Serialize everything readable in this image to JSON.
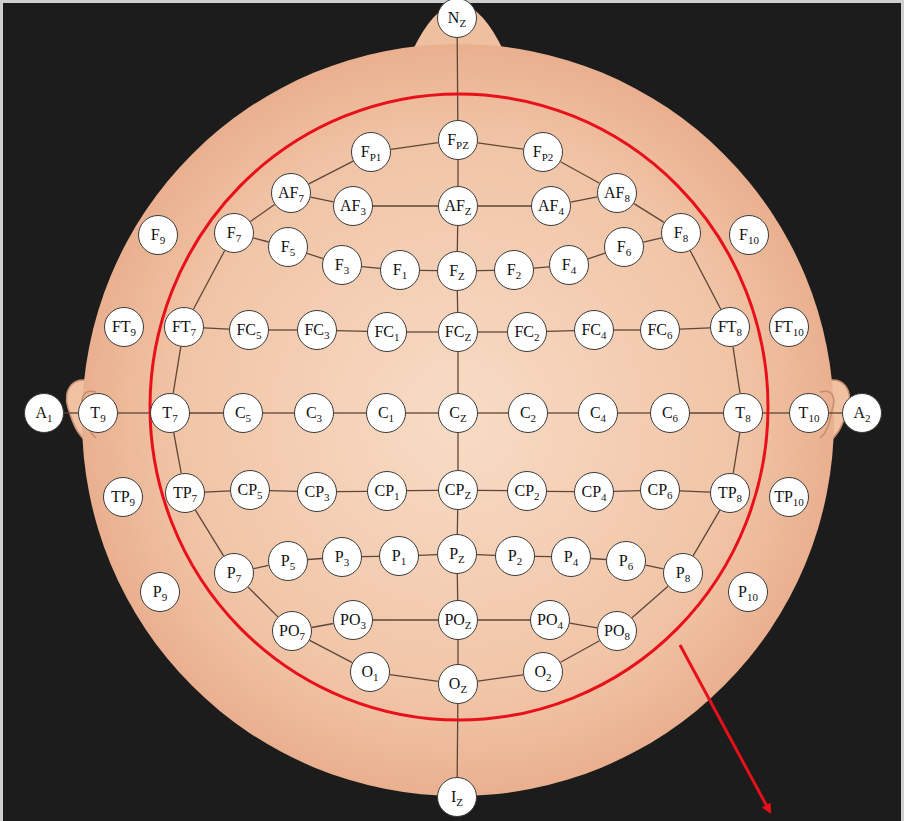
{
  "diagram": {
    "nodes": [
      {
        "text": [
          "NZ"
        ]
      },
      {
        "text": [
          "FP1"
        ]
      },
      {
        "text": [
          "FPZ"
        ]
      },
      {
        "text": [
          "FP2"
        ]
      },
      {
        "text": [
          "AF7"
        ]
      },
      {
        "text": [
          "AF3"
        ]
      },
      {
        "text": [
          "AFZ"
        ]
      },
      {
        "text": [
          "AF4"
        ]
      },
      {
        "text": [
          "AF8"
        ]
      },
      {
        "text": [
          "F9"
        ]
      },
      {
        "text": [
          "F7"
        ]
      },
      {
        "text": [
          "F5"
        ]
      },
      {
        "text": [
          "F3"
        ]
      },
      {
        "text": [
          "F1"
        ]
      },
      {
        "text": [
          "FZ"
        ]
      },
      {
        "text": [
          "F2"
        ]
      },
      {
        "text": [
          "F4"
        ]
      },
      {
        "text": [
          "F6"
        ]
      },
      {
        "text": [
          "F8"
        ]
      },
      {
        "text": [
          "F10"
        ]
      },
      {
        "text": [
          "FT9"
        ]
      },
      {
        "text": [
          "FT7"
        ]
      },
      {
        "text": [
          "FC5"
        ]
      },
      {
        "text": [
          "FC3"
        ]
      },
      {
        "text": [
          "FC1"
        ]
      },
      {
        "text": [
          "FCZ"
        ]
      },
      {
        "text": [
          "FC2"
        ]
      },
      {
        "text": [
          "FC4"
        ]
      },
      {
        "text": [
          "FC6"
        ]
      },
      {
        "text": [
          "FT8"
        ]
      },
      {
        "text": [
          "FT10"
        ]
      },
      {
        "text": [
          "A1"
        ]
      },
      {
        "text": [
          "T9"
        ]
      },
      {
        "text": [
          "T7"
        ]
      },
      {
        "text": [
          "C5"
        ]
      },
      {
        "text": [
          "C3"
        ]
      },
      {
        "text": [
          "C1"
        ]
      },
      {
        "text": [
          "CZ"
        ]
      },
      {
        "text": [
          "C2"
        ]
      },
      {
        "text": [
          "C4"
        ]
      },
      {
        "text": [
          "C6"
        ]
      },
      {
        "text": [
          "T8"
        ]
      },
      {
        "text": [
          "T10"
        ]
      },
      {
        "text": [
          "A2"
        ]
      },
      {
        "text": [
          "TP9"
        ]
      },
      {
        "text": [
          "TP7"
        ]
      },
      {
        "text": [
          "CP5"
        ]
      },
      {
        "text": [
          "CP3"
        ]
      },
      {
        "text": [
          "CP1"
        ]
      },
      {
        "text": [
          "CPZ"
        ]
      },
      {
        "text": [
          "CP2"
        ]
      },
      {
        "text": [
          "CP4"
        ]
      },
      {
        "text": [
          "CP6"
        ]
      },
      {
        "text": [
          "TP8"
        ]
      },
      {
        "text": [
          "TP10"
        ]
      },
      {
        "text": [
          "P9"
        ]
      },
      {
        "text": [
          "P7"
        ]
      },
      {
        "text": [
          "P5"
        ]
      },
      {
        "text": [
          "P3"
        ]
      },
      {
        "text": [
          "P1"
        ]
      },
      {
        "text": [
          "PZ"
        ]
      },
      {
        "text": [
          "P2"
        ]
      },
      {
        "text": [
          "P4"
        ]
      },
      {
        "text": [
          "P6"
        ]
      },
      {
        "text": [
          "P8"
        ]
      },
      {
        "text": [
          "P10"
        ]
      },
      {
        "text": [
          "PO7"
        ]
      },
      {
        "text": [
          "PO3"
        ]
      },
      {
        "text": [
          "POZ"
        ]
      },
      {
        "text": [
          "PO4"
        ]
      },
      {
        "text": [
          "PO8"
        ]
      },
      {
        "text": [
          "O1"
        ]
      },
      {
        "text": [
          "OZ"
        ]
      },
      {
        "text": [
          "O2"
        ]
      },
      {
        "text": [
          "IZ"
        ]
      }
    ],
    "edges": [
      {
        "from": 0,
        "to": 2,
        "arrow": "none"
      },
      {
        "from": 2,
        "to": 6,
        "arrow": "none"
      },
      {
        "from": 6,
        "to": 14,
        "arrow": "none"
      },
      {
        "from": 14,
        "to": 25,
        "arrow": "none"
      },
      {
        "from": 25,
        "to": 37,
        "arrow": "none"
      },
      {
        "from": 37,
        "to": 49,
        "arrow": "none"
      },
      {
        "from": 49,
        "to": 60,
        "arrow": "none"
      },
      {
        "from": 60,
        "to": 68,
        "arrow": "none"
      },
      {
        "from": 68,
        "to": 72,
        "arrow": "none"
      },
      {
        "from": 72,
        "to": 74,
        "arrow": "none"
      },
      {
        "from": 31,
        "to": 32,
        "arrow": "none"
      },
      {
        "from": 32,
        "to": 33,
        "arrow": "none"
      },
      {
        "from": 33,
        "to": 34,
        "arrow": "none"
      },
      {
        "from": 34,
        "to": 35,
        "arrow": "none"
      },
      {
        "from": 35,
        "to": 36,
        "arrow": "none"
      },
      {
        "from": 36,
        "to": 37,
        "arrow": "none"
      },
      {
        "from": 37,
        "to": 38,
        "arrow": "none"
      },
      {
        "from": 38,
        "to": 39,
        "arrow": "none"
      },
      {
        "from": 39,
        "to": 40,
        "arrow": "none"
      },
      {
        "from": 40,
        "to": 41,
        "arrow": "none"
      },
      {
        "from": 41,
        "to": 42,
        "arrow": "none"
      },
      {
        "from": 42,
        "to": 43,
        "arrow": "none"
      },
      {
        "from": 2,
        "to": 1,
        "arrow": "none"
      },
      {
        "from": 1,
        "to": 4,
        "arrow": "none"
      },
      {
        "from": 4,
        "to": 10,
        "arrow": "none"
      },
      {
        "from": 10,
        "to": 21,
        "arrow": "none"
      },
      {
        "from": 21,
        "to": 33,
        "arrow": "none"
      },
      {
        "from": 33,
        "to": 45,
        "arrow": "none"
      },
      {
        "from": 45,
        "to": 56,
        "arrow": "none"
      },
      {
        "from": 56,
        "to": 66,
        "arrow": "none"
      },
      {
        "from": 66,
        "to": 71,
        "arrow": "none"
      },
      {
        "from": 71,
        "to": 72,
        "arrow": "none"
      },
      {
        "from": 72,
        "to": 73,
        "arrow": "none"
      },
      {
        "from": 73,
        "to": 70,
        "arrow": "none"
      },
      {
        "from": 70,
        "to": 64,
        "arrow": "none"
      },
      {
        "from": 64,
        "to": 53,
        "arrow": "none"
      },
      {
        "from": 53,
        "to": 41,
        "arrow": "none"
      },
      {
        "from": 41,
        "to": 29,
        "arrow": "none"
      },
      {
        "from": 29,
        "to": 18,
        "arrow": "none"
      },
      {
        "from": 18,
        "to": 8,
        "arrow": "none"
      },
      {
        "from": 8,
        "to": 3,
        "arrow": "none"
      },
      {
        "from": 3,
        "to": 2,
        "arrow": "none"
      },
      {
        "from": 4,
        "to": 5,
        "arrow": "none"
      },
      {
        "from": 5,
        "to": 6,
        "arrow": "none"
      },
      {
        "from": 6,
        "to": 7,
        "arrow": "none"
      },
      {
        "from": 7,
        "to": 8,
        "arrow": "none"
      },
      {
        "from": 10,
        "to": 11,
        "arrow": "none"
      },
      {
        "from": 11,
        "to": 12,
        "arrow": "none"
      },
      {
        "from": 12,
        "to": 13,
        "arrow": "none"
      },
      {
        "from": 13,
        "to": 14,
        "arrow": "none"
      },
      {
        "from": 14,
        "to": 15,
        "arrow": "none"
      },
      {
        "from": 15,
        "to": 16,
        "arrow": "none"
      },
      {
        "from": 16,
        "to": 17,
        "arrow": "none"
      },
      {
        "from": 17,
        "to": 18,
        "arrow": "none"
      },
      {
        "from": 21,
        "to": 22,
        "arrow": "none"
      },
      {
        "from": 22,
        "to": 23,
        "arrow": "none"
      },
      {
        "from": 23,
        "to": 24,
        "arrow": "none"
      },
      {
        "from": 24,
        "to": 25,
        "arrow": "none"
      },
      {
        "from": 25,
        "to": 26,
        "arrow": "none"
      },
      {
        "from": 26,
        "to": 27,
        "arrow": "none"
      },
      {
        "from": 27,
        "to": 28,
        "arrow": "none"
      },
      {
        "from": 28,
        "to": 29,
        "arrow": "none"
      },
      {
        "from": 45,
        "to": 46,
        "arrow": "none"
      },
      {
        "from": 46,
        "to": 47,
        "arrow": "none"
      },
      {
        "from": 47,
        "to": 48,
        "arrow": "none"
      },
      {
        "from": 48,
        "to": 49,
        "arrow": "none"
      },
      {
        "from": 49,
        "to": 50,
        "arrow": "none"
      },
      {
        "from": 50,
        "to": 51,
        "arrow": "none"
      },
      {
        "from": 51,
        "to": 52,
        "arrow": "none"
      },
      {
        "from": 52,
        "to": 53,
        "arrow": "none"
      },
      {
        "from": 56,
        "to": 57,
        "arrow": "none"
      },
      {
        "from": 57,
        "to": 58,
        "arrow": "none"
      },
      {
        "from": 58,
        "to": 59,
        "arrow": "none"
      },
      {
        "from": 59,
        "to": 60,
        "arrow": "none"
      },
      {
        "from": 60,
        "to": 61,
        "arrow": "none"
      },
      {
        "from": 61,
        "to": 62,
        "arrow": "none"
      },
      {
        "from": 62,
        "to": 63,
        "arrow": "none"
      },
      {
        "from": 63,
        "to": 64,
        "arrow": "none"
      },
      {
        "from": 66,
        "to": 67,
        "arrow": "none"
      },
      {
        "from": 67,
        "to": 68,
        "arrow": "none"
      },
      {
        "from": 68,
        "to": 69,
        "arrow": "none"
      },
      {
        "from": 69,
        "to": 70,
        "arrow": "none"
      }
    ]
  }
}
